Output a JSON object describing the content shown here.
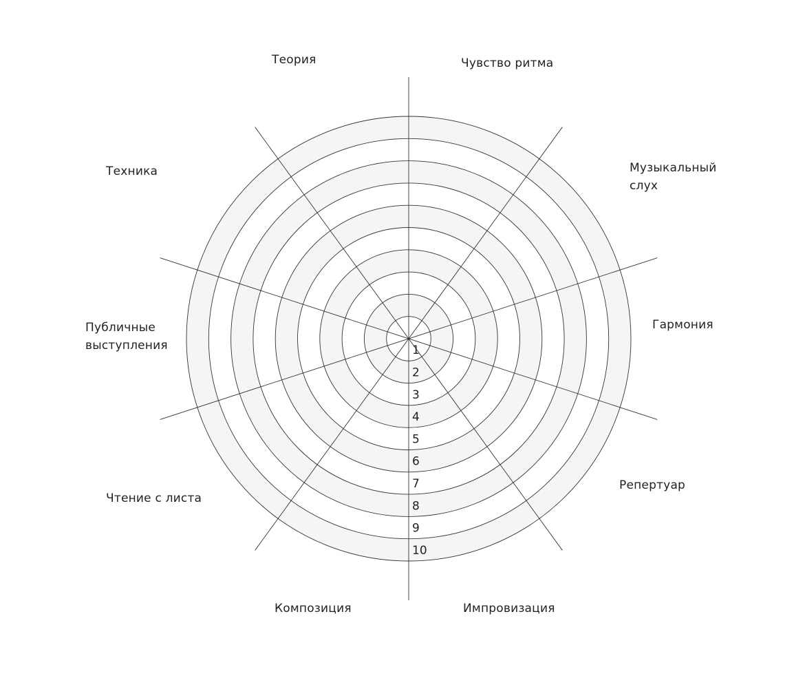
{
  "wheel": {
    "categories": [
      "Чувство ритма",
      "Музыкальный\nслух",
      "Гармония",
      "Репертуар",
      "Импровизация",
      "Композиция",
      "Чтение с листа",
      "Публичные\nвыступления",
      "Техника",
      "Теория"
    ],
    "levels": [
      "1",
      "2",
      "3",
      "4",
      "5",
      "6",
      "7",
      "8",
      "9",
      "10"
    ],
    "colors": {
      "band_shaded": "#f5f5f5",
      "band_plain": "#ffffff",
      "line": "#333333",
      "text": "#222222"
    }
  }
}
